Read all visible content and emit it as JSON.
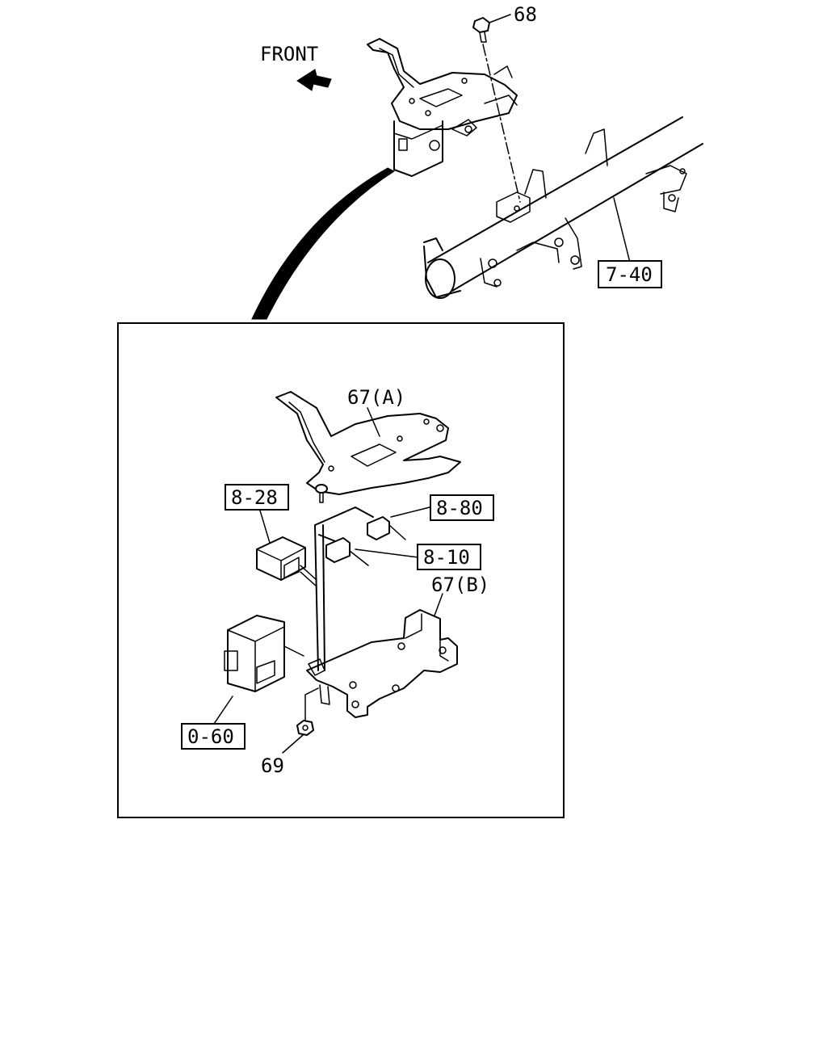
{
  "diagram": {
    "direction_label": "FRONT",
    "callouts": {
      "bolt": "68",
      "frame_ref": "7-40",
      "bracket_upper": "67(A)",
      "ref_8_28": "8-28",
      "ref_8_80": "8-80",
      "ref_8_10": "8-10",
      "bracket_lower": "67(B)",
      "ref_0_60": "0-60",
      "nut": "69"
    }
  }
}
